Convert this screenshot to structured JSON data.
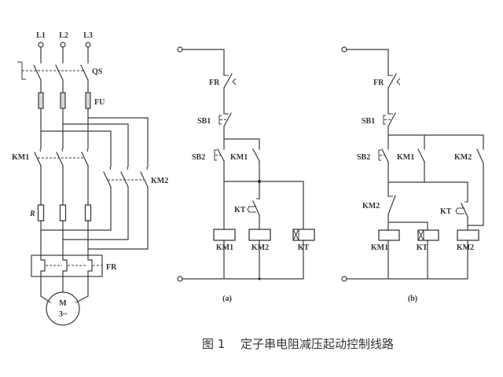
{
  "figure": {
    "label": "图 1",
    "title": "定子串电阻减压起动控制线路"
  },
  "main_circuit": {
    "phases": [
      "L1",
      "L2",
      "L3"
    ],
    "isolator": "QS",
    "fuse": "FU",
    "contactor_1": "KM1",
    "contactor_2": "KM2",
    "resistor": "R",
    "overload_relay": "FR",
    "motor": {
      "name": "M",
      "type": "3~"
    }
  },
  "control_a": {
    "caption": "(a)",
    "fr_contact": "FR",
    "sb1_button": "SB1",
    "sb2_button": "SB2",
    "km1_contact": "KM1",
    "kt_contact": "KT",
    "coils": [
      "KM1",
      "KM2",
      "KT"
    ]
  },
  "control_b": {
    "caption": "(b)",
    "fr_contact": "FR",
    "sb1_button": "SB1",
    "sb2_button": "SB2",
    "km1_contact": "KM1",
    "km2_contact_no": "KM2",
    "km2_contact_nc": "KM2",
    "kt_contact": "KT",
    "coils": [
      "KM1",
      "KT",
      "KM2"
    ]
  }
}
